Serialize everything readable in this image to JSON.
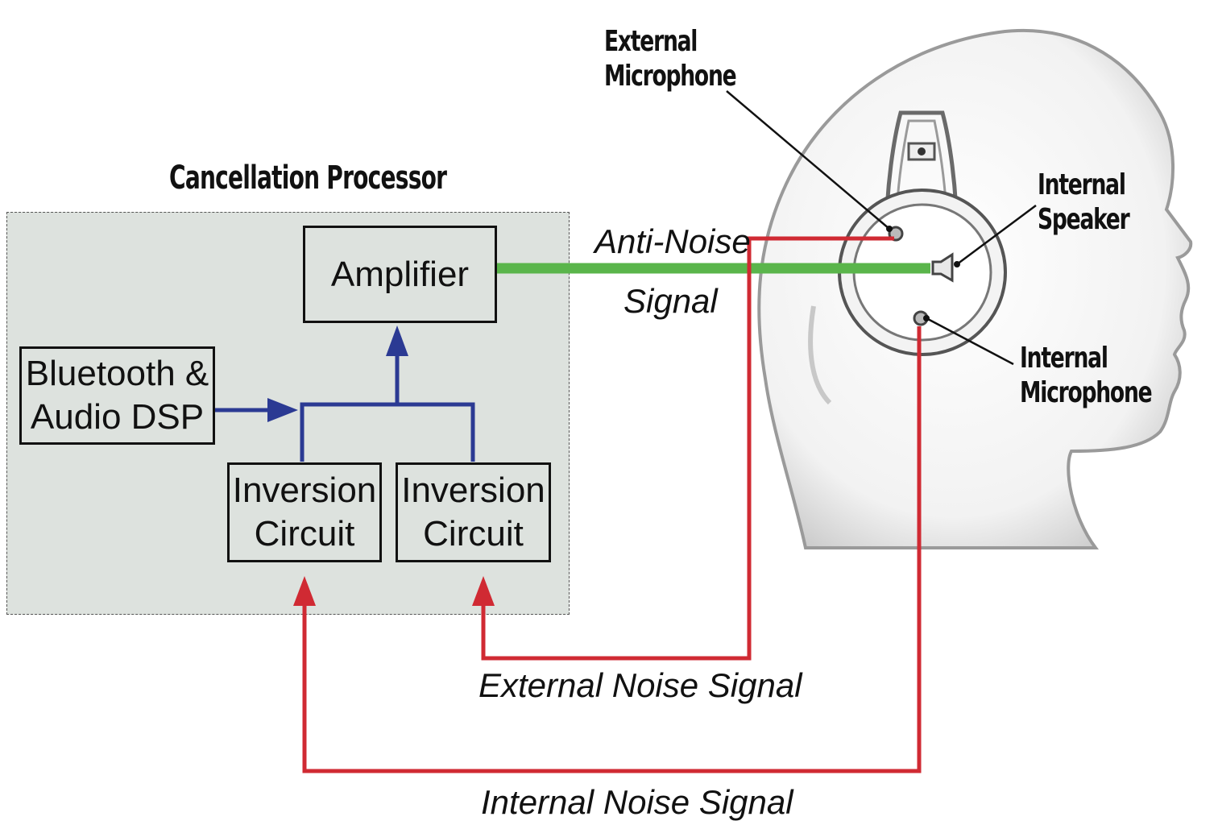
{
  "processor": {
    "title": "Cancellation Processor",
    "amplifier": "Amplifier",
    "bluetooth": "Bluetooth &\nAudio DSP",
    "inversion_left": "Inversion\nCircuit",
    "inversion_right": "Inversion\nCircuit"
  },
  "signals": {
    "anti_noise_line1": "Anti-Noise",
    "anti_noise_line2": "Signal",
    "external_noise": "External Noise Signal",
    "internal_noise": "Internal Noise Signal"
  },
  "head_labels": {
    "external_microphone": "External\nMicrophone",
    "internal_speaker": "Internal\nSpeaker",
    "internal_microphone": "Internal\nMicrophone"
  },
  "colors": {
    "processor_fill": "#dde2de",
    "blue_path": "#2b3a93",
    "red_path": "#d02a33",
    "green_path": "#5ab54b"
  }
}
